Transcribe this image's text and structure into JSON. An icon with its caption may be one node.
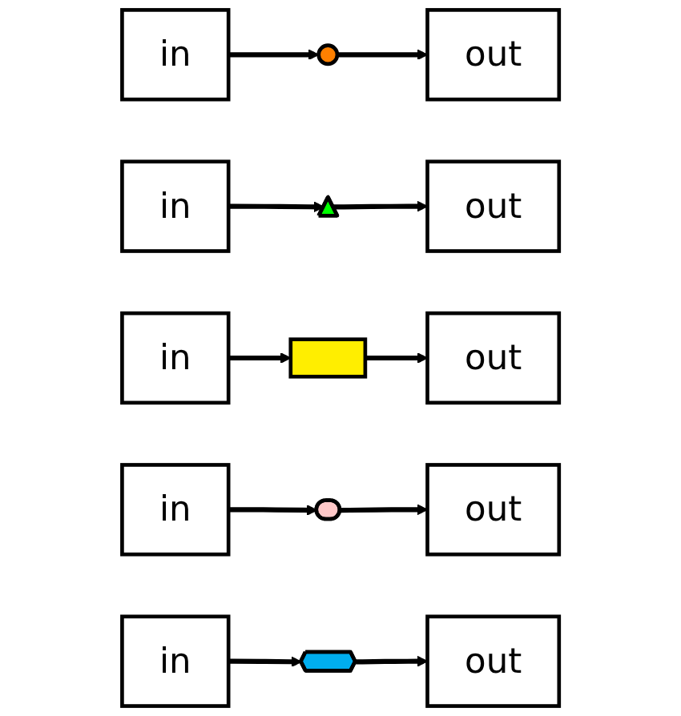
{
  "diagram": {
    "nodes": [
      {
        "text": [
          "in"
        ]
      },
      {
        "text": [],
        "shape": "circle"
      },
      {
        "text": [
          "out"
        ]
      },
      {
        "text": [
          "in"
        ]
      },
      {
        "text": [],
        "shape": "triangle"
      },
      {
        "text": [
          "out"
        ]
      },
      {
        "text": [
          "in"
        ]
      },
      {
        "text": [],
        "shape": "box"
      },
      {
        "text": [
          "out"
        ]
      },
      {
        "text": [
          "in"
        ]
      },
      {
        "text": [],
        "shape": "ellipse"
      },
      {
        "text": [
          "out"
        ]
      },
      {
        "text": [
          "in"
        ]
      },
      {
        "text": [],
        "shape": "hexagon"
      },
      {
        "text": [
          "out"
        ]
      }
    ],
    "edges": [
      {
        "from": 0,
        "to": 1,
        "arrow": "to"
      },
      {
        "from": 1,
        "to": 2,
        "arrow": "to"
      },
      {
        "from": 3,
        "to": 4,
        "arrow": "to"
      },
      {
        "from": 4,
        "to": 5,
        "arrow": "to"
      },
      {
        "from": 6,
        "to": 7,
        "arrow": "to"
      },
      {
        "from": 7,
        "to": 8,
        "arrow": "to"
      },
      {
        "from": 9,
        "to": 10,
        "arrow": "to"
      },
      {
        "from": 10,
        "to": 11,
        "arrow": "to"
      },
      {
        "from": 12,
        "to": 13,
        "arrow": "to"
      },
      {
        "from": 13,
        "to": 14,
        "arrow": "to"
      }
    ]
  }
}
